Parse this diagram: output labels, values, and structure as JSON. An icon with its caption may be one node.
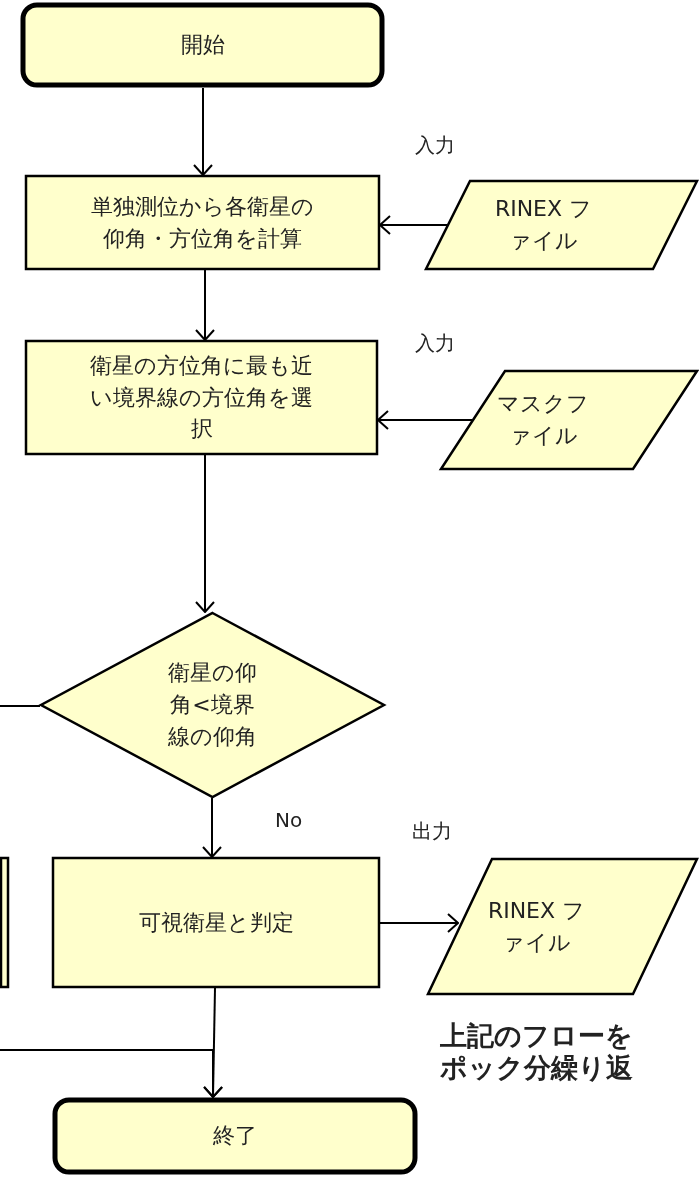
{
  "diagram": {
    "nodes": [
      {
        "text": [
          "開始"
        ]
      },
      {
        "text": [
          "単独測位から各衛星の仰角・方位角を計算"
        ]
      },
      {
        "text": [
          "RINEX ファイル"
        ],
        "beside": [
          "入力"
        ]
      },
      {
        "text": [
          "衛星の方位角に最も近い境界線の方位角を選択"
        ]
      },
      {
        "text": [
          "マスクファイル"
        ],
        "beside": [
          "入力"
        ]
      },
      {
        "text": [
          "衛星の仰角<境界線の仰角"
        ]
      },
      {
        "text": [],
        "shape": "box"
      },
      {
        "text": [
          "可視衛星と判定"
        ]
      },
      {
        "text": [
          "RINEX ファイル"
        ],
        "beside": [
          "出力"
        ]
      },
      {
        "text": [
          "終了"
        ]
      }
    ],
    "edges": [
      {
        "from": 0,
        "to": 1,
        "arrow": "to"
      },
      {
        "from": 2,
        "to": 1,
        "arrow": "to"
      },
      {
        "from": 1,
        "to": 3,
        "arrow": "to"
      },
      {
        "from": 4,
        "to": 3,
        "arrow": "to"
      },
      {
        "from": 3,
        "to": 5,
        "arrow": "to"
      },
      {
        "from": 5,
        "to": 7,
        "arrow": "to",
        "label": "No"
      },
      {
        "from": 5,
        "to": null,
        "arrow": "none"
      },
      {
        "from": 7,
        "to": 8,
        "arrow": "to"
      },
      {
        "from": 7,
        "to": 9,
        "arrow": "to"
      },
      {
        "from": null,
        "to": 9,
        "arrow": "to"
      }
    ],
    "labels": [
      "上記のフローをポック分繰り返"
    ]
  }
}
